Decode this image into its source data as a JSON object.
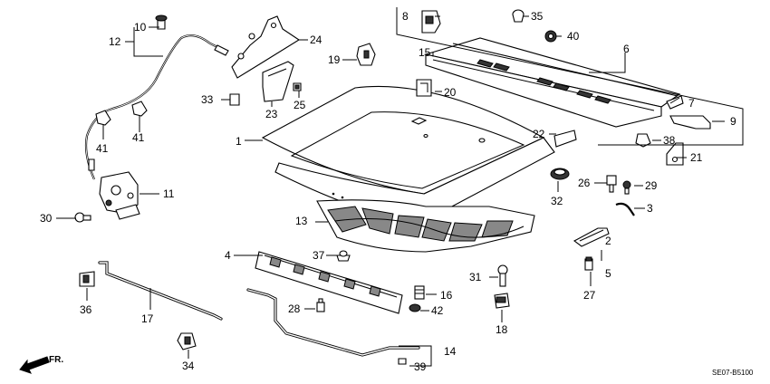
{
  "callouts": {
    "c1": "1",
    "c2": "2",
    "c3": "3",
    "c4": "4",
    "c5": "5",
    "c6": "6",
    "c7": "7",
    "c8": "8",
    "c9": "9",
    "c10": "10",
    "c11": "11",
    "c12": "12",
    "c13": "13",
    "c14": "14",
    "c15": "15",
    "c16": "16",
    "c17": "17",
    "c18": "18",
    "c19": "19",
    "c20": "20",
    "c21": "21",
    "c22": "22",
    "c23": "23",
    "c24": "24",
    "c25": "25",
    "c26": "26",
    "c27": "27",
    "c28": "28",
    "c29": "29",
    "c30": "30",
    "c31": "31",
    "c32": "32",
    "c33": "33",
    "c34": "34",
    "c35": "35",
    "c36": "36",
    "c37": "37",
    "c38": "38",
    "c39": "39",
    "c40": "40",
    "c41a": "41",
    "c41b": "41",
    "c42": "42"
  },
  "direction_label": "FR.",
  "diagram_code": "SE07-B5100"
}
